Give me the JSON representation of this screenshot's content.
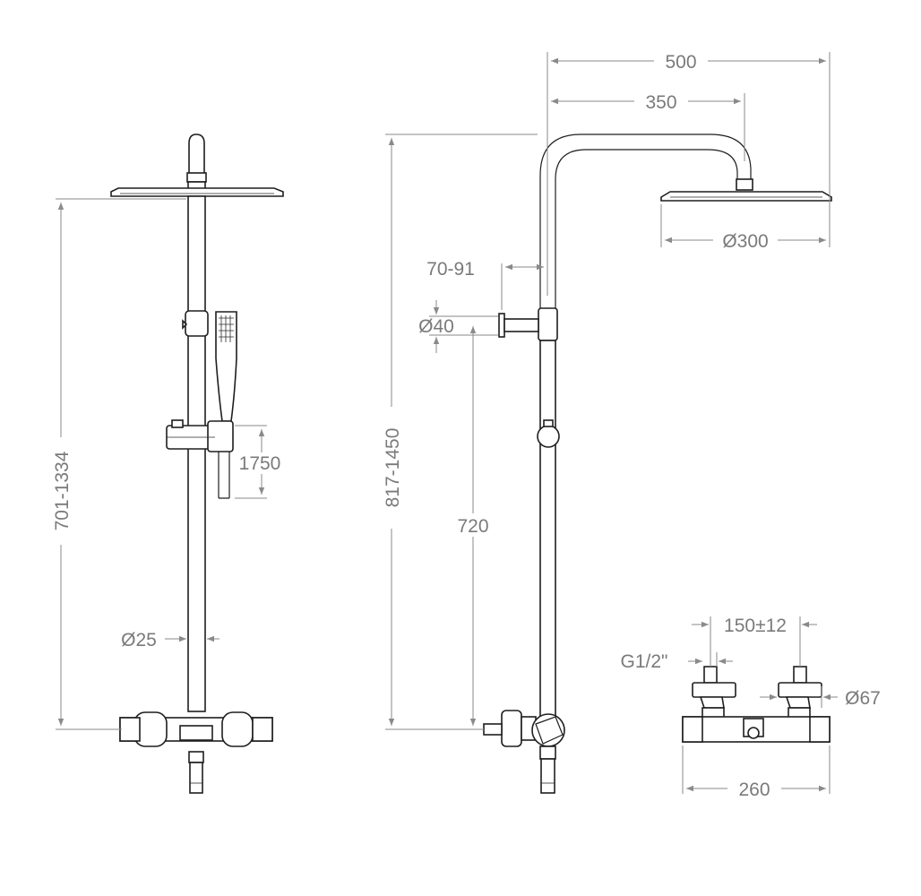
{
  "dimensions": {
    "front_height": "701-1334",
    "handshower_height": "1750",
    "pipe_diameter": "Ø25",
    "arm_length_total": "500",
    "arm_length_inner": "350",
    "head_diameter": "Ø300",
    "wall_offset": "70-91",
    "bracket_diameter": "Ø40",
    "side_height": "817-1450",
    "bracket_height": "720",
    "inlet_spacing": "150±12",
    "inlet_thread": "G1/2\"",
    "escutcheon_diameter": "Ø67",
    "valve_width": "260"
  },
  "colors": {
    "line": "#1e1e1e",
    "dimension": "#8a8a8a",
    "text": "#7a7a7a",
    "background": "#ffffff"
  }
}
